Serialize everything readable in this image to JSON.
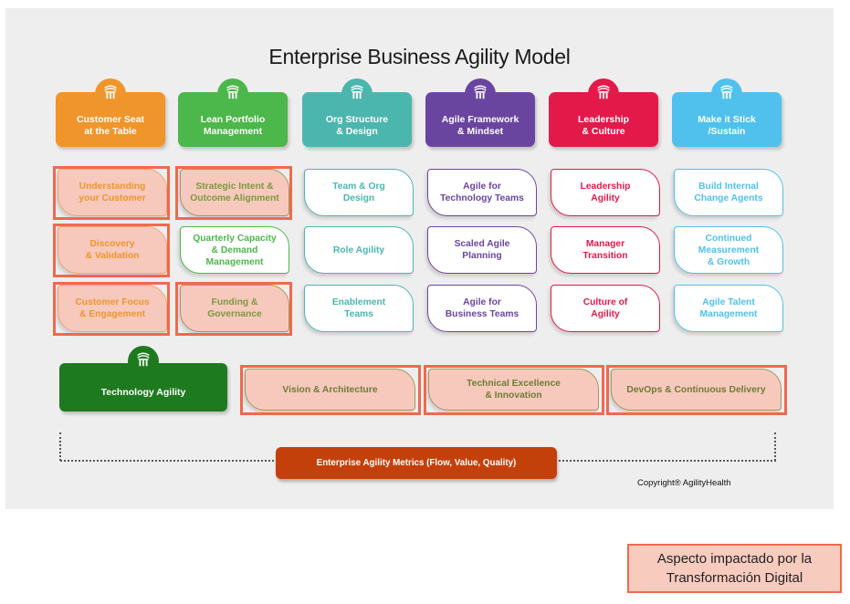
{
  "title": "Enterprise Business Agility Model",
  "icon": "pillar-icon",
  "columns": [
    {
      "header": "Customer Seat\nat the Table",
      "color": "#f0952b",
      "text_color": "#f0952b",
      "cells": [
        {
          "label": "Understanding\nyour Customer",
          "highlighted": true
        },
        {
          "label": "Discovery\n& Validation",
          "highlighted": true
        },
        {
          "label": "Customer Focus\n& Engagement",
          "highlighted": true
        }
      ]
    },
    {
      "header": "Lean Portfolio\nManagement",
      "color": "#4cb74a",
      "text_color": "#4cb74a",
      "cells": [
        {
          "label": "Strategic Intent &\nOutcome Alignment",
          "highlighted": true
        },
        {
          "label": "Quarterly Capacity\n& Demand\nManagement",
          "highlighted": false
        },
        {
          "label": "Funding &\nGovernance",
          "highlighted": true
        }
      ]
    },
    {
      "header": "Org Structure\n& Design",
      "color": "#4bb6ad",
      "text_color": "#4bb6ad",
      "cells": [
        {
          "label": "Team & Org\nDesign",
          "highlighted": false
        },
        {
          "label": "Role Agility",
          "highlighted": false
        },
        {
          "label": "Enablement\nTeams",
          "highlighted": false
        }
      ]
    },
    {
      "header": "Agile Framework\n& Mindset",
      "color": "#6a45a0",
      "text_color": "#6a45a0",
      "cells": [
        {
          "label": "Agile for\nTechnology Teams",
          "highlighted": false
        },
        {
          "label": "Scaled Agile\nPlanning",
          "highlighted": false
        },
        {
          "label": "Agile for\nBusiness Teams",
          "highlighted": false
        }
      ]
    },
    {
      "header": "Leadership\n& Culture",
      "color": "#e3194a",
      "text_color": "#e3194a",
      "cells": [
        {
          "label": "Leadership\nAgility",
          "highlighted": false
        },
        {
          "label": "Manager\nTransition",
          "highlighted": false
        },
        {
          "label": "Culture of\nAgility",
          "highlighted": false
        }
      ]
    },
    {
      "header": "Make it Stick\n/Sustain",
      "color": "#4fc1ec",
      "text_color": "#4fc1ec",
      "cells": [
        {
          "label": "Build Internal\nChange Agents",
          "highlighted": false
        },
        {
          "label": "Continued\nMeasurement\n& Growth",
          "highlighted": false
        },
        {
          "label": "Agile Talent\nManagement",
          "highlighted": false
        }
      ]
    }
  ],
  "technology": {
    "header": "Technology Agility",
    "color": "#1e7a1e",
    "cells": [
      {
        "label": "Vision & Architecture",
        "highlighted": true
      },
      {
        "label": "Technical Excellence\n& Innovation",
        "highlighted": true
      },
      {
        "label": "DevOps & Continuous Delivery",
        "highlighted": true
      }
    ]
  },
  "metrics": {
    "label": "Enterprise Agility Metrics (Flow, Value, Quality)",
    "color": "#c4400a"
  },
  "copyright": "Copyright® AgilityHealth",
  "legend": {
    "label": "Aspecto impactado por la\nTransformación Digital",
    "highlight_color": "#ee6a4e"
  }
}
